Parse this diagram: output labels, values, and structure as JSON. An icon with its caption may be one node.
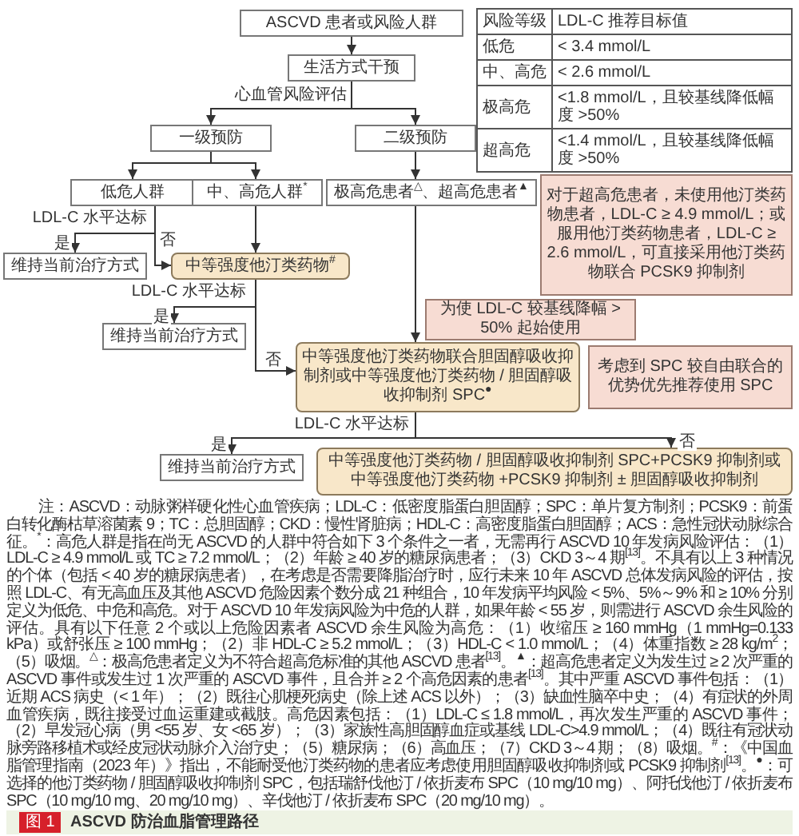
{
  "diagram": {
    "caption": "ASCVD 防治血脂管理路径",
    "nodes": [
      {
        "text": [
          "ASCVD 患者或风险人群"
        ]
      },
      {
        "text": [
          "生活方式干预"
        ]
      },
      {
        "text": [
          "一级预防"
        ]
      },
      {
        "text": [
          "二级预防"
        ]
      },
      {
        "text": [
          "低危人群"
        ],
        "beside": [
          "LDL-C 水平达标"
        ]
      },
      {
        "text": [
          "中、高危人群$^{*}$"
        ]
      },
      {
        "text": [
          "极高危患者$^{△}$、超高危患者$^{▲}$"
        ]
      },
      {
        "text": [
          "对于超高危患者，未使用他汀类药物患者，LDL-C ≥ 4.9 mmol/L；或服用他汀类药物患者，LDL-C ≥ 2.6 mmol/L，可直接采用他汀类药物联合 PCSK9 抑制剂"
        ]
      },
      {
        "text": [
          "维持当前治疗方式"
        ]
      },
      {
        "text": [
          "中等强度他汀类药物$^{#}$"
        ],
        "beside": [
          "LDL-C 水平达标"
        ]
      },
      {
        "text": [
          "为使 LDL-C 较基线降幅 > 50% 起始使用"
        ]
      },
      {
        "text": [
          "维持当前治疗方式"
        ]
      },
      {
        "text": [
          "中等强度他汀类药物联合胆固醇吸收抑制剂或中等强度他汀类药物 / 胆固醇吸收抑制剂 SPC$^{●}$"
        ],
        "beside": [
          "LDL-C 水平达标"
        ]
      },
      {
        "text": [
          "考虑到 SPC 较自由联合的优势优先推荐使用 SPC"
        ]
      },
      {
        "text": [
          "维持当前治疗方式"
        ]
      },
      {
        "text": [
          "中等强度他汀类药物 / 胆固醇吸收抑制剂 SPC+PCSK9 抑制剂或中等强度他汀类药物 +PCSK9 抑制剂 ± 胆固醇吸收抑制剂"
        ]
      }
    ],
    "edges": [
      {
        "from": 0,
        "to": 1,
        "arrow": "to"
      },
      {
        "from": 1,
        "to": 2,
        "arrow": "to",
        "label": "心血管风险评估"
      },
      {
        "from": 1,
        "to": 3,
        "arrow": "to"
      },
      {
        "from": 2,
        "to": 4,
        "arrow": "to"
      },
      {
        "from": 2,
        "to": 5,
        "arrow": "to"
      },
      {
        "from": 3,
        "to": 6,
        "arrow": "to"
      },
      {
        "from": 4,
        "to": 8,
        "arrow": "to",
        "label": "是"
      },
      {
        "from": 4,
        "to": 9,
        "arrow": "to",
        "label": "否"
      },
      {
        "from": 5,
        "to": 9,
        "arrow": "to"
      },
      {
        "from": 9,
        "to": 11,
        "arrow": "to",
        "label": "是"
      },
      {
        "from": 9,
        "to": 12,
        "arrow": "to",
        "label": "否"
      },
      {
        "from": 6,
        "to": 12,
        "arrow": "to"
      },
      {
        "from": 12,
        "to": 14,
        "arrow": "to",
        "label": "是"
      },
      {
        "from": 12,
        "to": 15,
        "arrow": "to",
        "label": "否"
      }
    ],
    "labels": [
      "风险等级",
      "LDL-C 推荐目标值",
      "低危",
      "< 3.4 mmol/L",
      "中、高危",
      "< 2.6 mmol/L",
      "极高危",
      "<1.8 mmol/L，且较基线降低幅度 >50%",
      "超高危",
      "<1.4 mmol/L，且较基线降低幅度 >50%",
      "注：ASCVD：动脉粥样硬化性心血管疾病；LDL-C：低密度脂蛋白胆固醇；SPC：单片复方制剂；PCSK9：前蛋白转化酶枯草溶菌素 9；TC：总胆固醇；CKD：慢性肾脏病；HDL-C：高密度脂蛋白胆固醇；ACS：急性冠状动脉综合征。$^{*}$：高危人群是指在尚无 ASCVD 的人群中符合如下 3 个条件之一者，无需再行 ASCVD 10 年发病风险评估：（1）LDL-C ≥ 4.9 mmol/L 或 TC ≥ 7.2 mmol/L；（2）年龄 ≥ 40 岁的糖尿病患者；（3）CKD 3～4 期$^{[13]}$。不具有以上 3 种情况的个体（包括 < 40 岁的糖尿病患者），在考虑是否需要降脂治疗时，应行未来 10 年 ASCVD 总体发病风险的评估，按照 LDL-C、有无高血压及其他 ASCVD 危险因素个数分成 21 种组合，10 年发病平均风险 < 5%、5%～9% 和 ≥ 10% 分别定义为低危、中危和高危。对于 ASCVD 10 年发病风险为中危的人群，如果年龄 < 55 岁，则需进行 ASCVD 余生风险的评估。具有以下任意 2 个或以上危险因素者 ASCVD 余生风险为高危：（1）收缩压 ≥ 160 mmHg（1 mmHg=0.133 kPa）或舒张压 ≥ 100 mmHg；（2）非 HDL-C ≥ 5.2 mmol/L；（3）HDL-C < 1.0 mmol/L；（4）体重指数 ≥ 28 kg/m$^{2}$；（5）吸烟。$^{△}$：极高危患者定义为不符合超高危标准的其他 ASCVD 患者$^{[13]}$。$^{▲}$：超高危患者定义为发生过 ≥ 2 次严重的 ASCVD 事件或发生过 1 次严重的 ASCVD 事件，且合并 ≥ 2 个高危因素的患者$^{[13]}$。其中严重 ASCVD 事件包括：（1）近期 ACS 病史（< 1 年）；（2）既往心肌梗死病史（除上述 ACS 以外）；（3）缺血性脑卒中史；（4）有症状的外周血管疾病，既往接受过血运重建或截肢。高危因素包括：（1）LDL-C ≤ 1.8 mmol/L，再次发生严重的 ASCVD 事件；（2）早发冠心病（男 <55 岁、女 <65 岁）；（3）家族性高胆固醇血症或基线 LDL-C>4.9 mmol/L；（4）既往有冠状动脉旁路移植术或经皮冠状动脉介入治疗史；（5）糖尿病；（6）高血压；（7）CKD 3～4 期；（8）吸烟。$^{#}$：《中国血脂管理指南（2023 年）》指出，不能耐受他汀类药物的患者应考虑使用胆固醇吸收抑制剂或 PCSK9 抑制剂$^{[13]}$。$^{●}$：可选择的他汀类药物 / 胆固醇吸收抑制剂 SPC，包括瑞舒伐他汀 / 依折麦布 SPC（10 mg/10 mg）、阿托伐他汀 / 依折麦布 SPC（10 mg/10 mg、20 mg/10 mg）、辛伐他汀 / 依折麦布 SPC（20 mg/10 mg）。",
      "图 1"
    ]
  }
}
